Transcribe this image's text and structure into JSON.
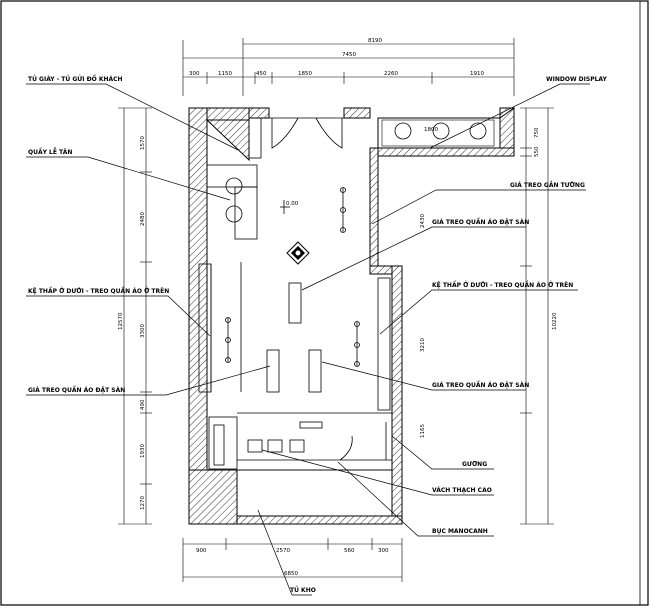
{
  "dims": {
    "overall_width": "8190",
    "inner_width": "7450",
    "top_segments": [
      "300",
      "1150",
      "450",
      "1850",
      "2260",
      "1910"
    ],
    "bottom_segments": [
      "900",
      "2570",
      "560",
      "300"
    ],
    "bottom_total": "6850",
    "left_segments": [
      "1570",
      "2480",
      "3300",
      "490",
      "1930",
      "1270"
    ],
    "left_total": "12570",
    "right_segments": [
      "750",
      "550",
      "2430",
      "3210",
      "1165"
    ],
    "right_total": "10220",
    "window_dim": "1800",
    "level_mark": "0.00"
  },
  "labels": {
    "tu_giay": "TỦ GIÀY - TỦ GỬI ĐỒ KHÁCH",
    "quay_le_tan": "QUẦY LỄ TÂN",
    "ke_thap_left": "KỆ THẤP Ở DƯỚI - TREO QUẦN ÁO Ở TRÊN",
    "gia_treo_left": "GIÁ TREO QUẦN ÁO ĐẶT SÀN",
    "window_display": "WINDOW DISPLAY",
    "gia_treo_gan_tuong": "GIÁ TREO GẮN TƯỜNG",
    "gia_treo_center": "GIÁ TREO QUẦN ÁO ĐẶT SÀN",
    "ke_thap_right": "KỆ THẤP Ở DƯỚI - TREO QUẦN ÁO Ở TRÊN",
    "gia_treo_right": "GIÁ TREO QUẦN ÁO ĐẶT SÀN",
    "guong": "GƯƠNG",
    "vach_thach_cao": "VÁCH THẠCH CAO",
    "buc_manocanh": "BỤC MANOCANH",
    "tu_kho": "TỦ KHO"
  }
}
